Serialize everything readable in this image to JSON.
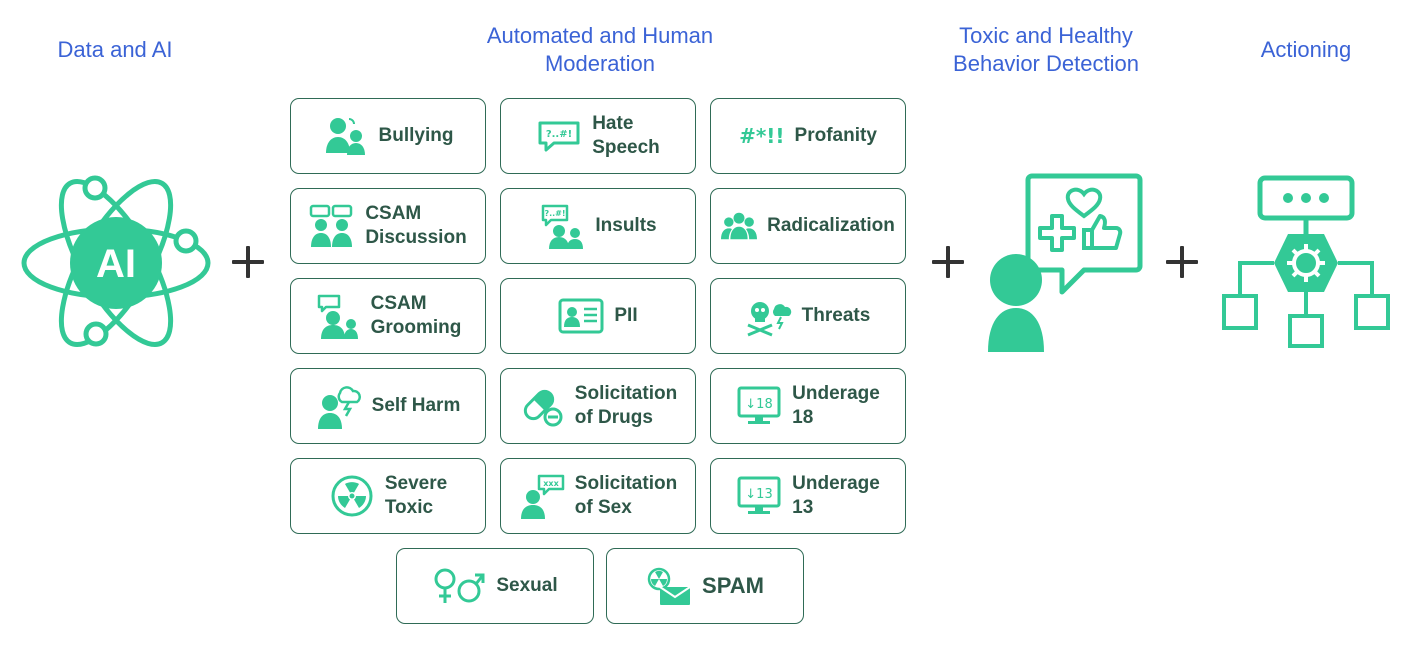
{
  "titles": {
    "data_ai": "Data and AI",
    "moderation": "Automated and Human\nModeration",
    "detection": "Toxic and Healthy\nBehavior Detection",
    "actioning": "Actioning"
  },
  "ai_badge": "AI",
  "colors": {
    "accent": "#33c996",
    "title": "#3b63d6",
    "border": "#2f6b56",
    "label": "#2e5748"
  },
  "categories": [
    {
      "label": "Bullying",
      "icon": "people-talking-icon"
    },
    {
      "label": "Hate\nSpeech",
      "icon": "swear-bubble-icon"
    },
    {
      "label": "Profanity",
      "icon": "profanity-symbols-icon",
      "symbol": "#*!!"
    },
    {
      "label": "CSAM\nDiscussion",
      "icon": "chat-people-icon"
    },
    {
      "label": "Insults",
      "icon": "people-swear-bubble-icon"
    },
    {
      "label": "Radicalization",
      "icon": "group-icon"
    },
    {
      "label": "CSAM\nGrooming",
      "icon": "adult-child-chat-icon"
    },
    {
      "label": "PII",
      "icon": "id-card-icon"
    },
    {
      "label": "Threats",
      "icon": "skull-storm-icon"
    },
    {
      "label": "Self Harm",
      "icon": "person-storm-icon"
    },
    {
      "label": "Solicitation\nof Drugs",
      "icon": "pill-icon"
    },
    {
      "label": "Underage\n18",
      "icon": "monitor-18-icon",
      "badge": "↓18"
    },
    {
      "label": "Severe\nToxic",
      "icon": "radiation-icon"
    },
    {
      "label": "Solicitation\nof Sex",
      "icon": "person-xxx-bubble-icon"
    },
    {
      "label": "Underage\n13",
      "icon": "monitor-13-icon",
      "badge": "↓13"
    },
    {
      "label": "Sexual",
      "icon": "gender-symbols-icon"
    },
    {
      "label": "SPAM",
      "icon": "toxic-mail-icon"
    }
  ]
}
